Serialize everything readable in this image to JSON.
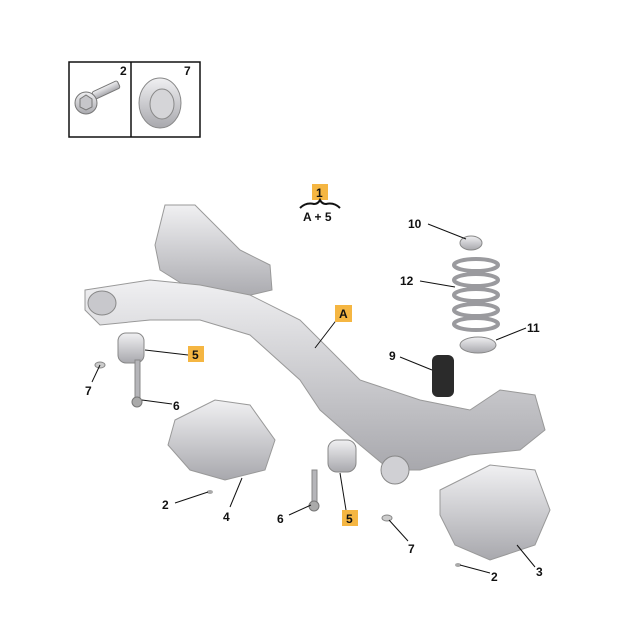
{
  "legend_box": {
    "items": [
      {
        "number": "2",
        "part": "screw-icon"
      },
      {
        "number": "7",
        "part": "cup-washer-icon"
      }
    ]
  },
  "assembly": {
    "number": "1",
    "formula": "A + 5"
  },
  "callouts": [
    {
      "id": "c10",
      "text": "10"
    },
    {
      "id": "c12",
      "text": "12"
    },
    {
      "id": "c11",
      "text": "11"
    },
    {
      "id": "cA",
      "text": "A",
      "highlight": true
    },
    {
      "id": "c9",
      "text": "9"
    },
    {
      "id": "c5a",
      "text": "5",
      "highlight": true
    },
    {
      "id": "c7a",
      "text": "7"
    },
    {
      "id": "c6a",
      "text": "6"
    },
    {
      "id": "c2a",
      "text": "2"
    },
    {
      "id": "c4",
      "text": "4"
    },
    {
      "id": "c6b",
      "text": "6"
    },
    {
      "id": "c5b",
      "text": "5",
      "highlight": true
    },
    {
      "id": "c7b",
      "text": "7"
    },
    {
      "id": "c2b",
      "text": "2"
    },
    {
      "id": "c3",
      "text": "3"
    }
  ],
  "colors": {
    "highlight": "#f5b642",
    "part": "#d9d9dc",
    "part_shadow": "#a9a9ad",
    "line": "#222222"
  }
}
